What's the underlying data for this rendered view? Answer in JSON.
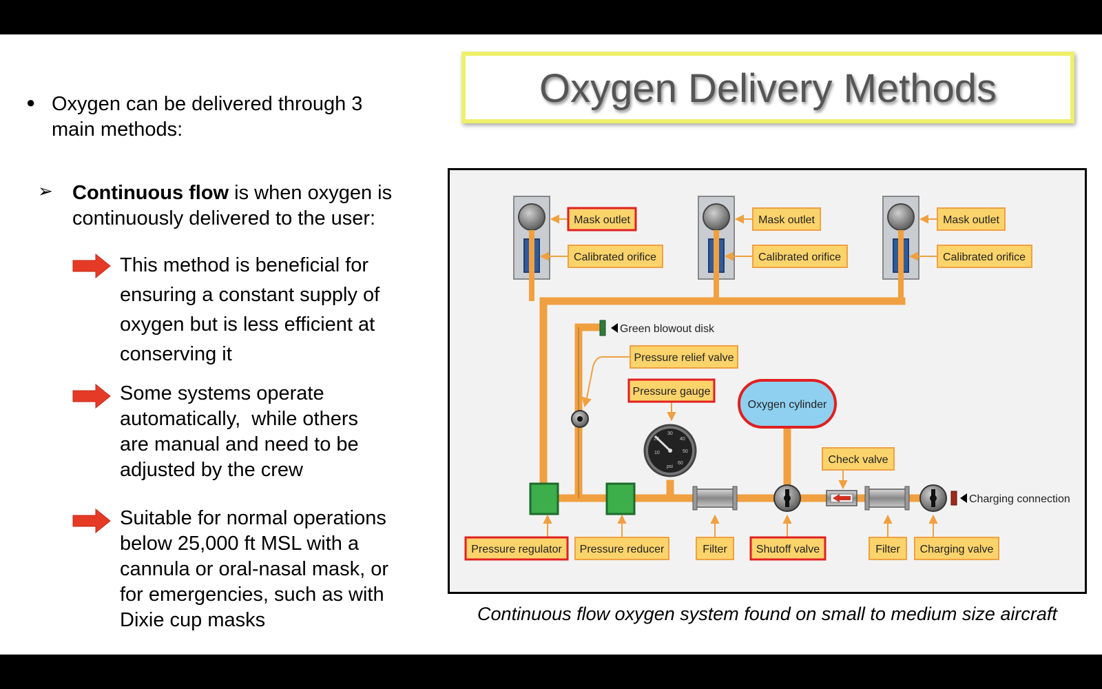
{
  "title": "Oxygen Delivery Methods",
  "intro": {
    "bullet": "●",
    "line1": "Oxygen can be delivered through 3",
    "line2": "main methods:"
  },
  "method": {
    "marker": "➢",
    "bold": "Continuous flow",
    "rest_line1": " is when oxygen is",
    "line2": "continuously delivered to the user:"
  },
  "points": [
    {
      "lines": [
        "This method is beneficial for",
        "ensuring a constant supply of",
        "oxygen but is less efficient at",
        "conserving it"
      ]
    },
    {
      "lines": [
        "Some systems operate",
        "automatically,  while others",
        "are manual and need to be",
        "adjusted by the crew"
      ]
    },
    {
      "lines": [
        "Suitable for normal operations",
        "below 25,000 ft MSL with a",
        "cannula or oral-nasal mask, or",
        "for emergencies, such as with",
        "Dixie cup masks"
      ]
    }
  ],
  "diagram": {
    "mask_outlet": "Mask outlet",
    "calibrated_orifice": "Calibrated orifice",
    "green_blowout_disk": "Green blowout disk",
    "pressure_relief_valve": "Pressure relief valve",
    "pressure_gauge": "Pressure gauge",
    "oxygen_cylinder": "Oxygen cylinder",
    "check_valve": "Check valve",
    "charging_connection": "Charging connection",
    "pressure_regulator": "Pressure regulator",
    "pressure_reducer": "Pressure reducer",
    "filter": "Filter",
    "shutoff_valve": "Shutoff valve",
    "charging_valve": "Charging valve",
    "gauge_ticks": [
      "10",
      "20",
      "30",
      "40",
      "50",
      "60"
    ],
    "gauge_unit": "psi"
  },
  "caption": "Continuous flow oxygen system found on small to medium size aircraft",
  "colors": {
    "pipe": "#f0a040",
    "label_fill": "#fbd36b",
    "label_border": "#f0a040",
    "highlight_border": "#e02020",
    "arrow_red": "#e53a25",
    "cylinder_fill": "#8fd0f0",
    "regulator_green": "#3cae4a",
    "title_border": "#eef06a"
  }
}
